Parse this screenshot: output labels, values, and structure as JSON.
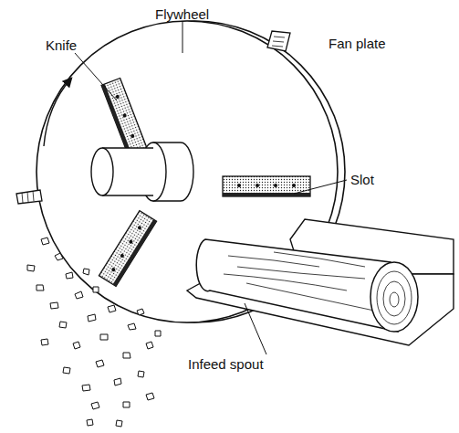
{
  "diagram": {
    "labels": [
      "Flywheel",
      "Knife",
      "Fan plate",
      "Slot",
      "Infeed spout"
    ]
  }
}
